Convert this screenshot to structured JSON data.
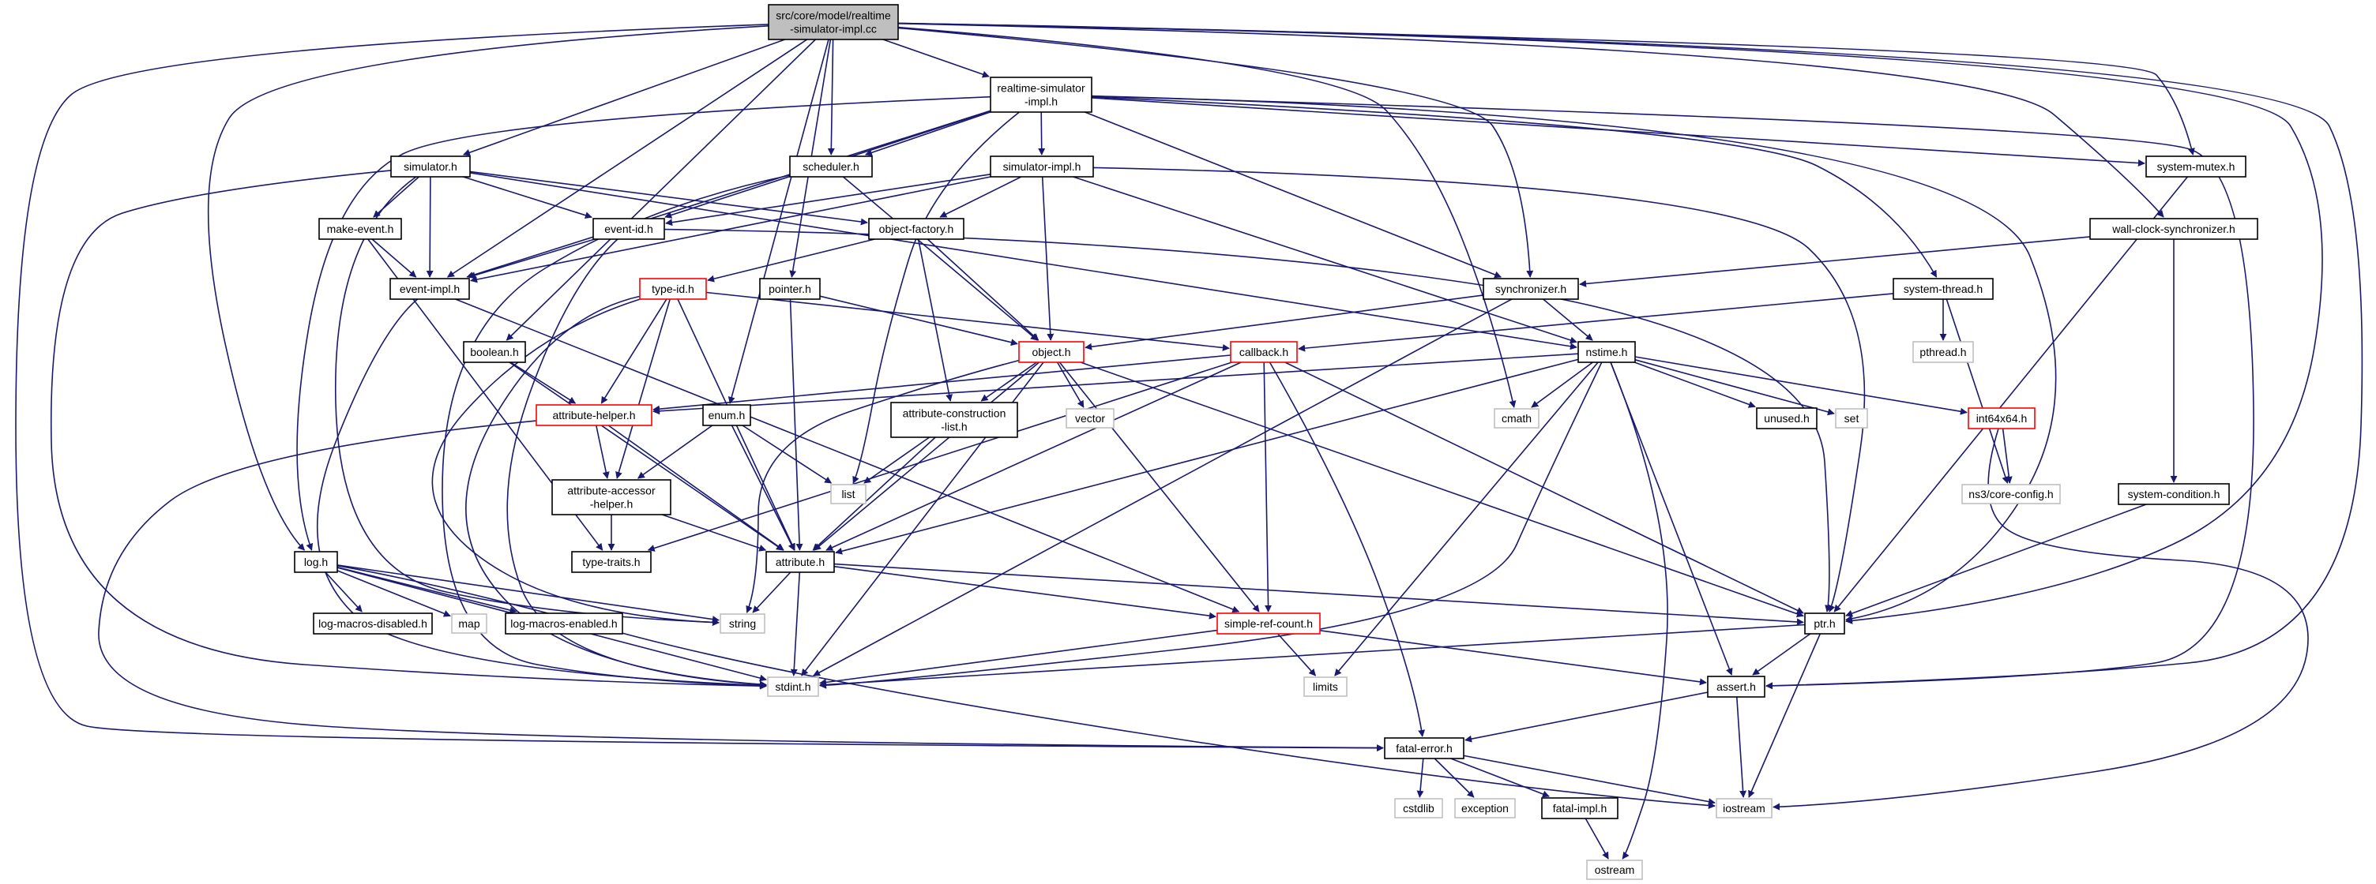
{
  "colors": {
    "edge": "#191970",
    "root_fill": "#bfbfbf",
    "node_border": "#000000",
    "truncated_border": "#ff0000",
    "system_border": "#bfbfbf",
    "text": "#000000"
  },
  "nodes": [
    {
      "id": "root",
      "lines": [
        "src/core/model/realtime",
        "-simulator-impl.cc"
      ],
      "style": "root"
    },
    {
      "id": "realtime_simulator_impl",
      "lines": [
        "realtime-simulator",
        "-impl.h"
      ],
      "style": "normal"
    },
    {
      "id": "simulator",
      "lines": [
        "simulator.h"
      ],
      "style": "normal"
    },
    {
      "id": "scheduler",
      "lines": [
        "scheduler.h"
      ],
      "style": "normal"
    },
    {
      "id": "simulator_impl",
      "lines": [
        "simulator-impl.h"
      ],
      "style": "normal"
    },
    {
      "id": "system_mutex",
      "lines": [
        "system-mutex.h"
      ],
      "style": "normal"
    },
    {
      "id": "make_event",
      "lines": [
        "make-event.h"
      ],
      "style": "normal"
    },
    {
      "id": "event_id",
      "lines": [
        "event-id.h"
      ],
      "style": "normal"
    },
    {
      "id": "object_factory",
      "lines": [
        "object-factory.h"
      ],
      "style": "normal"
    },
    {
      "id": "wall_clock",
      "lines": [
        "wall-clock-synchronizer.h"
      ],
      "style": "normal"
    },
    {
      "id": "event_impl",
      "lines": [
        "event-impl.h"
      ],
      "style": "normal"
    },
    {
      "id": "type_id",
      "lines": [
        "type-id.h"
      ],
      "style": "truncated"
    },
    {
      "id": "pointer",
      "lines": [
        "pointer.h"
      ],
      "style": "normal"
    },
    {
      "id": "synchronizer",
      "lines": [
        "synchronizer.h"
      ],
      "style": "normal"
    },
    {
      "id": "system_thread",
      "lines": [
        "system-thread.h"
      ],
      "style": "normal"
    },
    {
      "id": "boolean",
      "lines": [
        "boolean.h"
      ],
      "style": "normal"
    },
    {
      "id": "object",
      "lines": [
        "object.h"
      ],
      "style": "truncated"
    },
    {
      "id": "callback",
      "lines": [
        "callback.h"
      ],
      "style": "truncated"
    },
    {
      "id": "nstime",
      "lines": [
        "nstime.h"
      ],
      "style": "normal"
    },
    {
      "id": "pthread",
      "lines": [
        "pthread.h"
      ],
      "style": "system"
    },
    {
      "id": "attribute_helper",
      "lines": [
        "attribute-helper.h"
      ],
      "style": "truncated"
    },
    {
      "id": "enum",
      "lines": [
        "enum.h"
      ],
      "style": "normal"
    },
    {
      "id": "attribute_construction",
      "lines": [
        "attribute-construction",
        "-list.h"
      ],
      "style": "normal"
    },
    {
      "id": "vector",
      "lines": [
        "vector"
      ],
      "style": "system"
    },
    {
      "id": "cmath",
      "lines": [
        "cmath"
      ],
      "style": "system"
    },
    {
      "id": "unused",
      "lines": [
        "unused.h"
      ],
      "style": "normal"
    },
    {
      "id": "set",
      "lines": [
        "set"
      ],
      "style": "system"
    },
    {
      "id": "int64x64",
      "lines": [
        "int64x64.h"
      ],
      "style": "truncated"
    },
    {
      "id": "list",
      "lines": [
        "list"
      ],
      "style": "system"
    },
    {
      "id": "ns3_core_config",
      "lines": [
        "ns3/core-config.h"
      ],
      "style": "system"
    },
    {
      "id": "system_condition",
      "lines": [
        "system-condition.h"
      ],
      "style": "normal"
    },
    {
      "id": "attribute_accessor",
      "lines": [
        "attribute-accessor",
        "-helper.h"
      ],
      "style": "normal"
    },
    {
      "id": "log",
      "lines": [
        "log.h"
      ],
      "style": "normal"
    },
    {
      "id": "type_traits",
      "lines": [
        "type-traits.h"
      ],
      "style": "normal"
    },
    {
      "id": "attribute",
      "lines": [
        "attribute.h"
      ],
      "style": "normal"
    },
    {
      "id": "log_macros_disabled",
      "lines": [
        "log-macros-disabled.h"
      ],
      "style": "normal"
    },
    {
      "id": "map",
      "lines": [
        "map"
      ],
      "style": "system"
    },
    {
      "id": "log_macros_enabled",
      "lines": [
        "log-macros-enabled.h"
      ],
      "style": "normal"
    },
    {
      "id": "string",
      "lines": [
        "string"
      ],
      "style": "system"
    },
    {
      "id": "simple_ref_count",
      "lines": [
        "simple-ref-count.h"
      ],
      "style": "truncated"
    },
    {
      "id": "ptr",
      "lines": [
        "ptr.h"
      ],
      "style": "normal"
    },
    {
      "id": "stdint",
      "lines": [
        "stdint.h"
      ],
      "style": "system"
    },
    {
      "id": "limits",
      "lines": [
        "limits"
      ],
      "style": "system"
    },
    {
      "id": "assert",
      "lines": [
        "assert.h"
      ],
      "style": "normal"
    },
    {
      "id": "fatal_error",
      "lines": [
        "fatal-error.h"
      ],
      "style": "normal"
    },
    {
      "id": "iostream",
      "lines": [
        "iostream"
      ],
      "style": "system"
    },
    {
      "id": "cstdlib",
      "lines": [
        "cstdlib"
      ],
      "style": "system"
    },
    {
      "id": "exception",
      "lines": [
        "exception"
      ],
      "style": "system"
    },
    {
      "id": "fatal_impl",
      "lines": [
        "fatal-impl.h"
      ],
      "style": "normal"
    },
    {
      "id": "ostream",
      "lines": [
        "ostream"
      ],
      "style": "system"
    }
  ],
  "edges": [
    [
      "root",
      "realtime_simulator_impl"
    ],
    [
      "root",
      "simulator"
    ],
    [
      "root",
      "scheduler"
    ],
    [
      "root",
      "event_impl"
    ],
    [
      "root",
      "pointer"
    ],
    [
      "root",
      "boolean"
    ],
    [
      "root",
      "enum"
    ],
    [
      "root",
      "synchronizer"
    ],
    [
      "root",
      "system_mutex"
    ],
    [
      "root",
      "wall_clock"
    ],
    [
      "root",
      "cmath"
    ],
    [
      "root",
      "assert"
    ],
    [
      "root",
      "ptr"
    ],
    [
      "root",
      "log"
    ],
    [
      "root",
      "fatal_error"
    ],
    [
      "realtime_simulator_impl",
      "scheduler"
    ],
    [
      "realtime_simulator_impl",
      "simulator_impl"
    ],
    [
      "realtime_simulator_impl",
      "system_mutex"
    ],
    [
      "realtime_simulator_impl",
      "system_thread"
    ],
    [
      "realtime_simulator_impl",
      "synchronizer"
    ],
    [
      "realtime_simulator_impl",
      "event_id"
    ],
    [
      "realtime_simulator_impl",
      "event_impl"
    ],
    [
      "realtime_simulator_impl",
      "list"
    ],
    [
      "realtime_simulator_impl",
      "ptr"
    ],
    [
      "realtime_simulator_impl",
      "assert"
    ],
    [
      "realtime_simulator_impl",
      "log"
    ],
    [
      "simulator",
      "make_event"
    ],
    [
      "simulator",
      "event_id"
    ],
    [
      "simulator",
      "event_impl"
    ],
    [
      "simulator",
      "object_factory"
    ],
    [
      "simulator",
      "nstime"
    ],
    [
      "simulator",
      "stdint"
    ],
    [
      "simulator",
      "string"
    ],
    [
      "scheduler",
      "object"
    ],
    [
      "scheduler",
      "stdint"
    ],
    [
      "simulator_impl",
      "event_id"
    ],
    [
      "simulator_impl",
      "object_factory"
    ],
    [
      "simulator_impl",
      "object"
    ],
    [
      "simulator_impl",
      "nstime"
    ],
    [
      "simulator_impl",
      "ptr"
    ],
    [
      "simulator_impl",
      "event_impl"
    ],
    [
      "system_mutex",
      "ptr"
    ],
    [
      "make_event",
      "event_impl"
    ],
    [
      "make_event",
      "type_traits"
    ],
    [
      "event_id",
      "event_impl"
    ],
    [
      "event_id",
      "ptr"
    ],
    [
      "event_id",
      "stdint"
    ],
    [
      "object_factory",
      "type_id"
    ],
    [
      "object_factory",
      "object"
    ],
    [
      "object_factory",
      "attribute_construction"
    ],
    [
      "wall_clock",
      "synchronizer"
    ],
    [
      "wall_clock",
      "system_condition"
    ],
    [
      "event_impl",
      "simple_ref_count"
    ],
    [
      "event_impl",
      "stdint"
    ],
    [
      "type_id",
      "attribute_helper"
    ],
    [
      "type_id",
      "attribute_accessor"
    ],
    [
      "type_id",
      "callback"
    ],
    [
      "type_id",
      "attribute"
    ],
    [
      "type_id",
      "string"
    ],
    [
      "type_id",
      "stdint"
    ],
    [
      "pointer",
      "object"
    ],
    [
      "pointer",
      "attribute"
    ],
    [
      "synchronizer",
      "nstime"
    ],
    [
      "synchronizer",
      "object"
    ],
    [
      "synchronizer",
      "stdint"
    ],
    [
      "system_thread",
      "callback"
    ],
    [
      "system_thread",
      "pthread"
    ],
    [
      "system_thread",
      "ns3_core_config"
    ],
    [
      "boolean",
      "attribute_helper"
    ],
    [
      "boolean",
      "attribute"
    ],
    [
      "object",
      "attribute_construction"
    ],
    [
      "object",
      "vector"
    ],
    [
      "object",
      "ptr"
    ],
    [
      "object",
      "simple_ref_count"
    ],
    [
      "object",
      "attribute"
    ],
    [
      "object",
      "stdint"
    ],
    [
      "object",
      "string"
    ],
    [
      "callback",
      "attribute_helper"
    ],
    [
      "callback",
      "type_traits"
    ],
    [
      "callback",
      "attribute"
    ],
    [
      "callback",
      "simple_ref_count"
    ],
    [
      "callback",
      "ptr"
    ],
    [
      "callback",
      "fatal_error"
    ],
    [
      "nstime",
      "attribute_helper"
    ],
    [
      "nstime",
      "cmath"
    ],
    [
      "nstime",
      "unused"
    ],
    [
      "nstime",
      "set"
    ],
    [
      "nstime",
      "int64x64"
    ],
    [
      "nstime",
      "attribute"
    ],
    [
      "nstime",
      "assert"
    ],
    [
      "nstime",
      "stdint"
    ],
    [
      "nstime",
      "limits"
    ],
    [
      "nstime",
      "ostream"
    ],
    [
      "attribute_helper",
      "attribute_accessor"
    ],
    [
      "attribute_helper",
      "attribute"
    ],
    [
      "attribute_helper",
      "fatal_error"
    ],
    [
      "enum",
      "attribute_accessor"
    ],
    [
      "enum",
      "list"
    ],
    [
      "enum",
      "attribute"
    ],
    [
      "attribute_construction",
      "list"
    ],
    [
      "attribute_construction",
      "attribute"
    ],
    [
      "int64x64",
      "ns3_core_config"
    ],
    [
      "int64x64",
      "iostream"
    ],
    [
      "system_condition",
      "ptr"
    ],
    [
      "attribute_accessor",
      "type_traits"
    ],
    [
      "attribute_accessor",
      "attribute"
    ],
    [
      "log",
      "log_macros_disabled"
    ],
    [
      "log",
      "map"
    ],
    [
      "log",
      "log_macros_enabled"
    ],
    [
      "log",
      "string"
    ],
    [
      "log",
      "stdint"
    ],
    [
      "log",
      "iostream"
    ],
    [
      "attribute",
      "simple_ref_count"
    ],
    [
      "attribute",
      "string"
    ],
    [
      "attribute",
      "stdint"
    ],
    [
      "attribute",
      "ptr"
    ],
    [
      "simple_ref_count",
      "stdint"
    ],
    [
      "simple_ref_count",
      "limits"
    ],
    [
      "simple_ref_count",
      "assert"
    ],
    [
      "ptr",
      "assert"
    ],
    [
      "ptr",
      "iostream"
    ],
    [
      "ptr",
      "stdint"
    ],
    [
      "assert",
      "fatal_error"
    ],
    [
      "assert",
      "iostream"
    ],
    [
      "fatal_error",
      "cstdlib"
    ],
    [
      "fatal_error",
      "exception"
    ],
    [
      "fatal_error",
      "fatal_impl"
    ],
    [
      "fatal_error",
      "iostream"
    ],
    [
      "fatal_impl",
      "ostream"
    ]
  ]
}
